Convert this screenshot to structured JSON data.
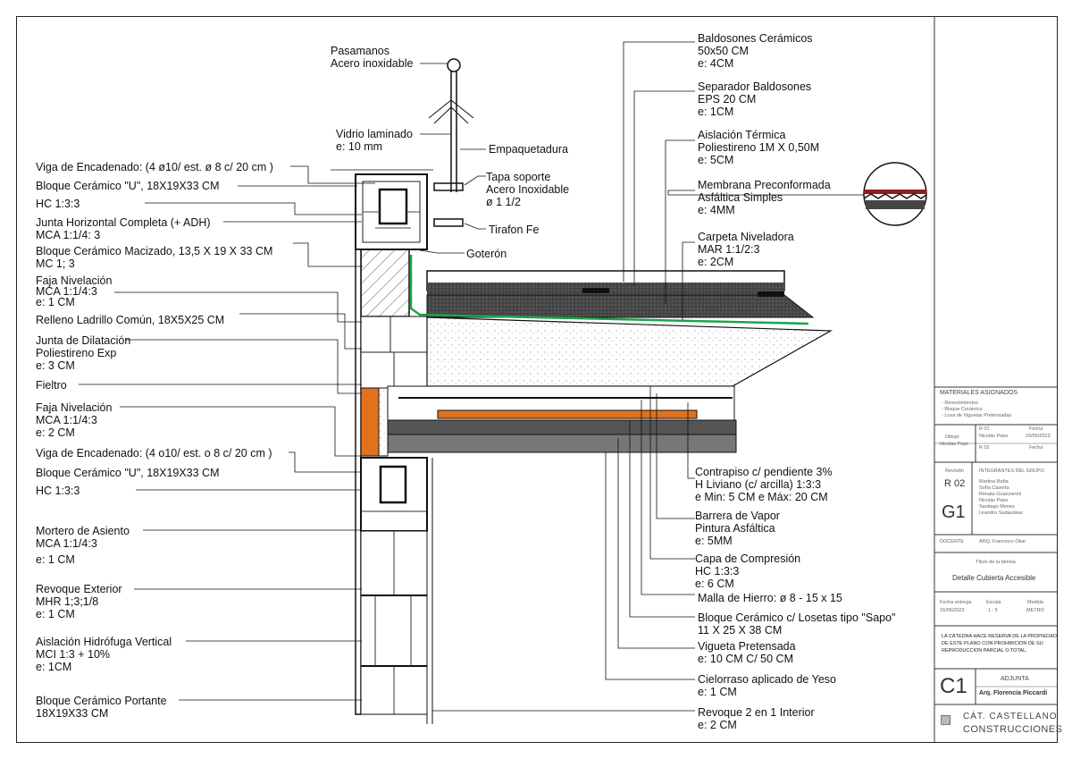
{
  "labels_left": [
    {
      "id": "pasamanos",
      "lines": [
        "Pasamanos",
        "Acero inoxidable"
      ]
    },
    {
      "id": "vidrio",
      "lines": [
        "Vidrio laminado",
        "e: 10 mm"
      ]
    },
    {
      "id": "viga1",
      "lines": [
        "Viga de Encadenado: (4 ø10/ est. ø 8 c/ 20 cm )"
      ]
    },
    {
      "id": "bloque_u1",
      "lines": [
        "Bloque Cerámico \"U\", 18X19X33 CM"
      ]
    },
    {
      "id": "hc1",
      "lines": [
        "HC 1:3:3"
      ]
    },
    {
      "id": "junta_h",
      "lines": [
        "Junta Horizontal Completa (+ ADH)",
        "MCA 1:1/4: 3"
      ]
    },
    {
      "id": "bloque_mac",
      "lines": [
        "Bloque Cerámico Macizado, 13,5 X 19 X 33 CM",
        "MC 1; 3"
      ]
    },
    {
      "id": "faja1",
      "lines": [
        "Faja Nivelación",
        "MCA 1:1/4:3",
        "e: 1 CM"
      ]
    },
    {
      "id": "relleno",
      "lines": [
        "Relleno Ladrillo Común, 18X5X25 CM"
      ]
    },
    {
      "id": "junta_d",
      "lines": [
        "Junta de Dilatación",
        "Poliestireno Exp",
        "e: 3 CM"
      ]
    },
    {
      "id": "fieltro",
      "lines": [
        "Fieltro"
      ]
    },
    {
      "id": "faja2",
      "lines": [
        "Faja Nivelación",
        "MCA 1:1/4:3",
        "e: 2 CM"
      ]
    },
    {
      "id": "viga2",
      "lines": [
        "Viga de Encadenado: (4 o10/ est. o 8 c/ 20 cm )"
      ]
    },
    {
      "id": "bloque_u2",
      "lines": [
        "Bloque Cerámico \"U\", 18X19X33 CM"
      ]
    },
    {
      "id": "hc2",
      "lines": [
        "HC 1:3:3"
      ]
    },
    {
      "id": "mortero",
      "lines": [
        "Mortero de Asiento",
        "MCA 1:1/4:3",
        "",
        "e: 1 CM"
      ]
    },
    {
      "id": "revoque_ext",
      "lines": [
        "Revoque Exterior",
        "MHR 1;3;1/8",
        "e: 1 CM"
      ]
    },
    {
      "id": "aislacion_h",
      "lines": [
        "Aislación Hidrófuga Vertical",
        "MCI 1:3 + 10%",
        "e: 1CM"
      ]
    },
    {
      "id": "bloque_port",
      "lines": [
        "Bloque Cerámico Portante",
        "18X19X33 CM"
      ]
    }
  ],
  "labels_mid": [
    {
      "id": "empaq",
      "lines": [
        "Empaquetadura"
      ]
    },
    {
      "id": "tapa",
      "lines": [
        "Tapa soporte",
        "Acero Inoxidable",
        "ø 1 1/2"
      ]
    },
    {
      "id": "tirafon",
      "lines": [
        "Tirafon Fe"
      ]
    },
    {
      "id": "goteron",
      "lines": [
        "Goterón"
      ]
    }
  ],
  "labels_right": [
    {
      "id": "baldosones",
      "lines": [
        "Baldosones Cerámicos",
        "50x50 CM",
        "e: 4CM"
      ]
    },
    {
      "id": "separador",
      "lines": [
        "Separador Baldosones",
        "EPS 20 CM",
        "e: 1CM"
      ]
    },
    {
      "id": "aisl_term",
      "lines": [
        "Aislación Térmica",
        "Poliestireno 1M X 0,50M",
        "e: 5CM"
      ]
    },
    {
      "id": "membrana",
      "lines": [
        "Membrana Preconformada",
        "Asfáltica Simples",
        "e: 4MM"
      ]
    },
    {
      "id": "carpeta",
      "lines": [
        "Carpeta Niveladora",
        "MAR 1:1/2:3",
        "e: 2CM"
      ]
    },
    {
      "id": "contrapiso",
      "lines": [
        "Contrapiso c/ pendiente 3%",
        "H Liviano (c/ arcilla) 1:3:3",
        "e Min: 5 CM   e Máx: 20 CM"
      ]
    },
    {
      "id": "barrera",
      "lines": [
        "Barrera de Vapor",
        "Pintura Asfáltica",
        "e: 5MM"
      ]
    },
    {
      "id": "capa",
      "lines": [
        "Capa de Compresión",
        "HC 1:3:3",
        "e: 6 CM"
      ]
    },
    {
      "id": "malla",
      "lines": [
        "Malla de Hierro: ø 8 - 15 x 15"
      ]
    },
    {
      "id": "bloque_sapo",
      "lines": [
        "Bloque Cerámico c/ Losetas tipo \"Sapo\"",
        "11 X 25 X 38 CM"
      ]
    },
    {
      "id": "vigueta",
      "lines": [
        "Vigueta Pretensada",
        "e: 10 CM    C/ 50 CM"
      ]
    },
    {
      "id": "cielorraso",
      "lines": [
        "Cielorraso aplicado de Yeso",
        "e: 1 CM"
      ]
    },
    {
      "id": "revoque_int",
      "lines": [
        "Revoque 2 en 1 Interior",
        "e: 2 CM"
      ]
    }
  ],
  "title_block": {
    "materiales_title": "MATERIALES ASIGNADOS",
    "materiales_items": [
      "- Revestimientos",
      "- Bloque Cerámico",
      "- Losa de Viguetas Pretensadas"
    ],
    "dibujo_label": "Dibujó",
    "dibujo_name": "Nicolás Pepe",
    "r01": "R 01",
    "r01_name": "Nicolás Pepe",
    "fecha_label": "Fecha",
    "fecha_value": "23/05/2023",
    "r02": "R 02",
    "fecha_label2": "Fecha",
    "revision_label": "Revisión",
    "revision_value": "R 02",
    "integrantes_title": "INTEGRANTES DEL GRUPO",
    "integrantes": [
      "Martina Baña",
      "Sofía Caserta",
      "Renata Guazzaroni",
      "Nicolás Pepe",
      "Santiago Menes",
      "Leandro Sadauskas"
    ],
    "grupo": "G1",
    "docente_label": "DOCENTE",
    "docente_name": "ARQ. Francisco Okar",
    "titulo_label": "Título de la lámina",
    "titulo_value": "Detalle Cubierta Accesible",
    "fecha_entrega_label": "Fecha entrega",
    "fecha_entrega_value": "16/05/2023",
    "escala_label": "Escala",
    "escala_value": "1 : 5",
    "medida_label": "Medida",
    "medida_value": "METRO",
    "reserva": [
      "LA CÁTEDRA HACE RESERVA DE LA PROPIEDAD",
      "DE ESTE PLANO CON PROHIBICION DE SU",
      "REPRODUCCION PARCIAL O TOTAL."
    ],
    "sheet_code": "C1",
    "adjunta_label": "ADJUNTA",
    "adjunta_name": "Arq. Florencia Piccardi",
    "catedra_line1": "CÁT.  CASTELLANO",
    "catedra_line2": "CONSTRUCCIONES"
  },
  "colors": {
    "orange": "#e2711d",
    "green": "#1fa34a",
    "dark": "#555555",
    "darker": "#333333"
  }
}
